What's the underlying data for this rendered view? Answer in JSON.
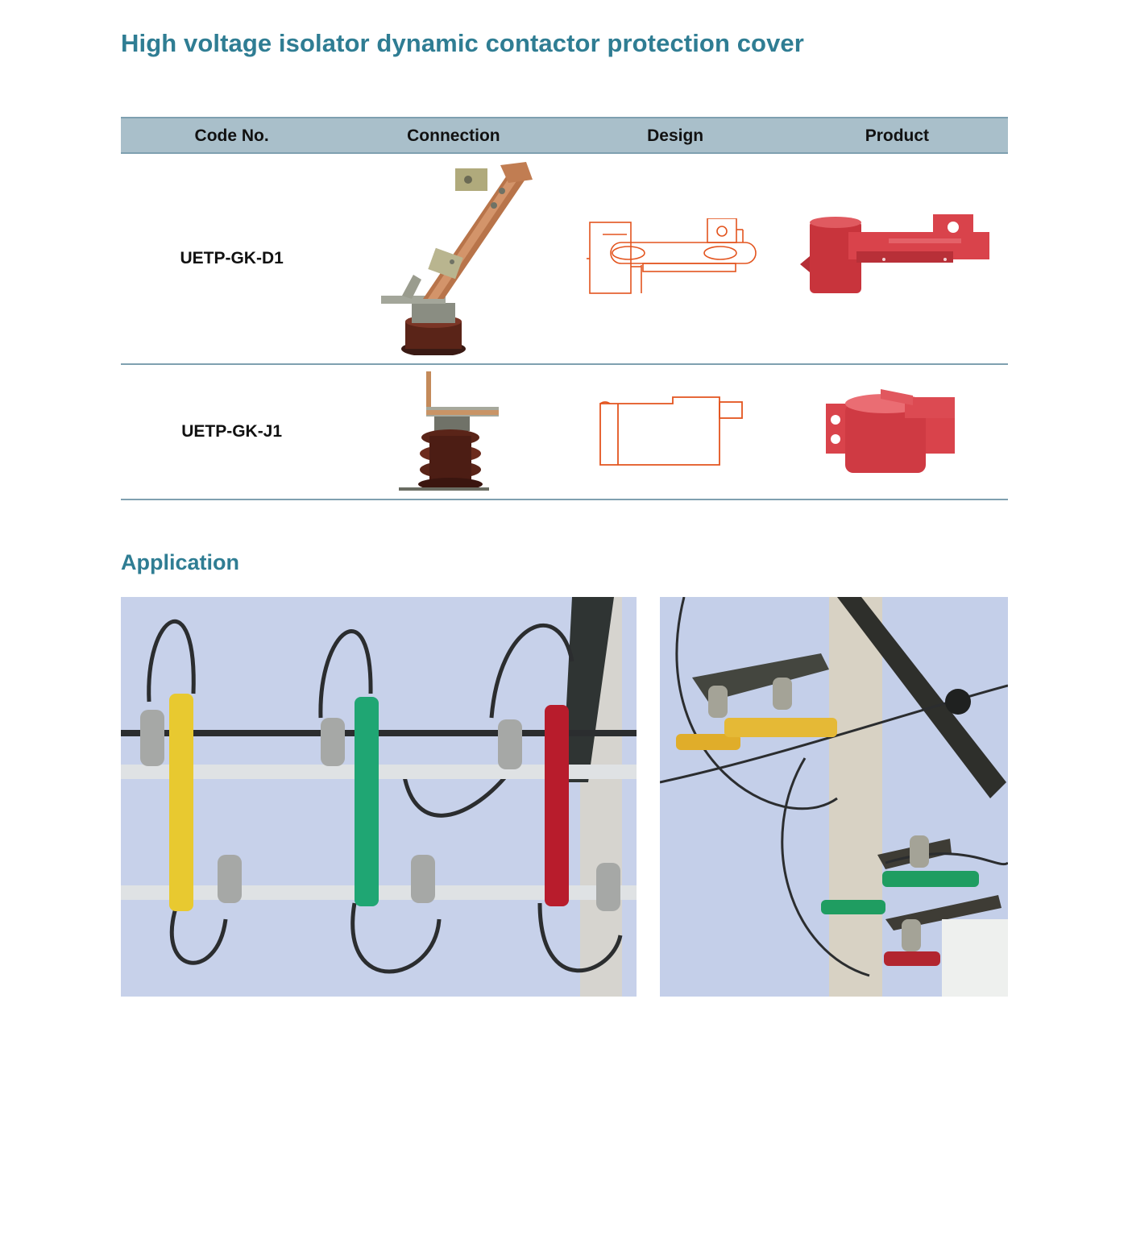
{
  "page": {
    "title": "High voltage isolator dynamic contactor protection cover"
  },
  "table": {
    "headers": [
      "Code No.",
      "Connection",
      "Design",
      "Product"
    ],
    "rows": [
      {
        "code": "UETP-GK-D1"
      },
      {
        "code": "UETP-GK-J1"
      }
    ]
  },
  "application": {
    "title": "Application"
  },
  "colors": {
    "title": "#2f7d93",
    "header_bg": "#a9bfca",
    "rule": "#7fa0b0",
    "design_line": "#e3541e",
    "product_red": "#d9434b",
    "cover_yellow": "#e8c930",
    "cover_green": "#1fa673",
    "cover_red": "#b81c2c"
  },
  "icons": [
    "isolator-contact-photo",
    "design-drawing",
    "product-cover-photo",
    "application-photo"
  ]
}
